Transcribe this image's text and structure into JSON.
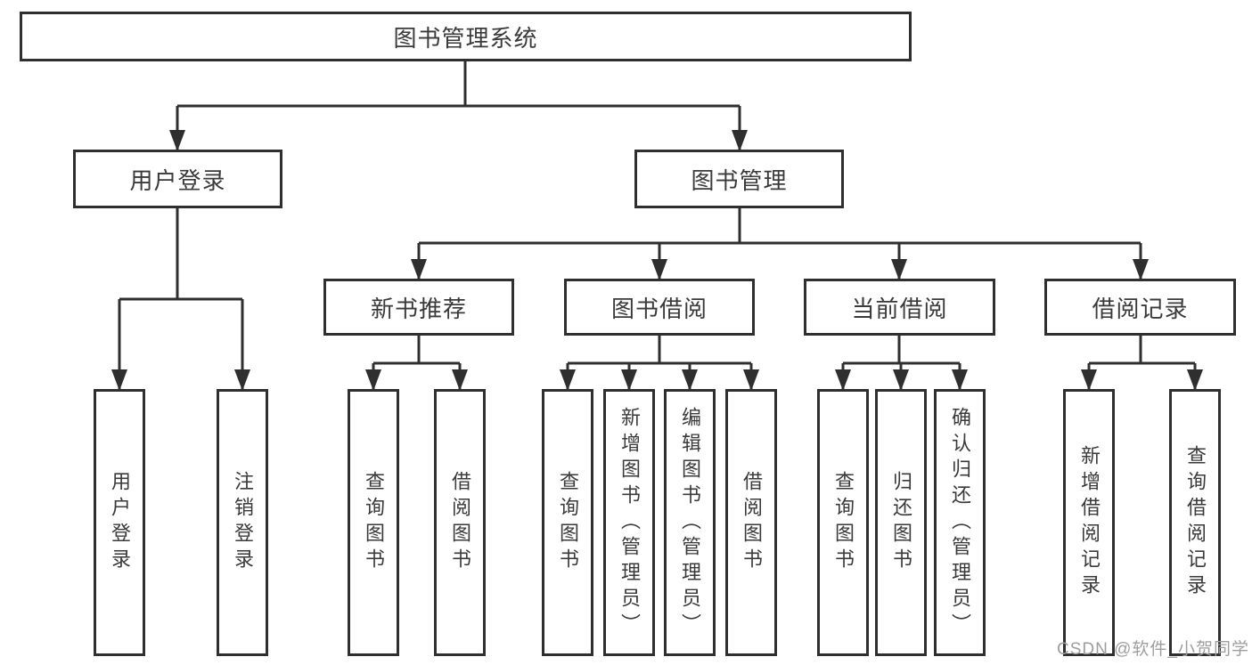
{
  "diagram_title": "图书管理系统",
  "tree": {
    "label": "图书管理系统",
    "children": [
      {
        "label": "用户登录",
        "children": [
          {
            "label": "用户登录"
          },
          {
            "label": "注销登录"
          }
        ]
      },
      {
        "label": "图书管理",
        "children": [
          {
            "label": "新书推荐",
            "children": [
              {
                "label": "查询图书"
              },
              {
                "label": "借阅图书"
              }
            ]
          },
          {
            "label": "图书借阅",
            "children": [
              {
                "label": "查询图书"
              },
              {
                "label": "新增图书（管理员）"
              },
              {
                "label": "编辑图书（管理员）"
              },
              {
                "label": "借阅图书"
              }
            ]
          },
          {
            "label": "当前借阅",
            "children": [
              {
                "label": "查询图书"
              },
              {
                "label": "归还图书"
              },
              {
                "label": "确认归还（管理员）"
              }
            ]
          },
          {
            "label": "借阅记录",
            "children": [
              {
                "label": "新增借阅记录"
              },
              {
                "label": "查询借阅记录"
              }
            ]
          }
        ]
      }
    ]
  },
  "watermark": {
    "text": "CSDN @软件_小贺同学"
  },
  "colors": {
    "line": "#2f2f2f",
    "box_border": "#2f2f2f",
    "text": "#3a3a3a",
    "background": "#ffffff",
    "watermark": "#9e9e9e"
  }
}
